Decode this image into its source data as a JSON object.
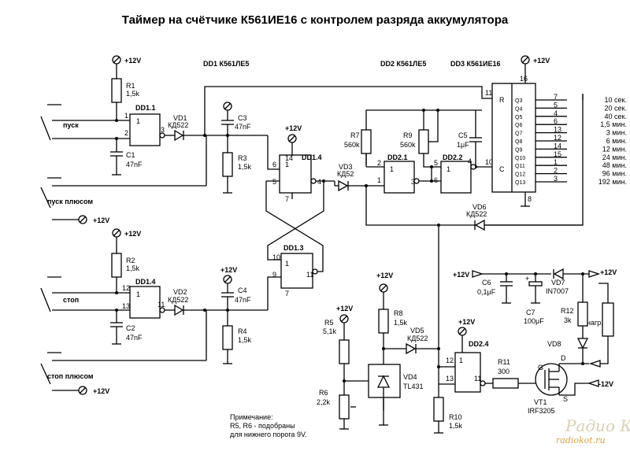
{
  "title": "Таймер на счётчике К561ИЕ16 с контролем разряда аккумулятора",
  "headers": {
    "dd1": "DD1 К561ЛЕ5",
    "dd2": "DD2 К561ЛЕ5",
    "dd3": "DD3 К561ИЕ16"
  },
  "supply": {
    "vcc": "+12V",
    "neg": "-12V"
  },
  "inputs": {
    "start": "пуск",
    "start_plus": "пуск плюсом",
    "stop": "стоп",
    "stop_plus": "стоп плюсом"
  },
  "gates": {
    "dd1_1": "DD1.1",
    "dd1_4_top": "DD1.4",
    "dd1_3": "DD1.3",
    "dd1_4_bot": "DD1.4",
    "dd2_1": "DD2.1",
    "dd2_2": "DD2.2",
    "dd2_4": "DD2.4",
    "gate_symbol": "1"
  },
  "pins": {
    "p1": "1",
    "p2": "2",
    "p3": "3",
    "p4": "4",
    "p5": "5",
    "p6": "6",
    "p7": "7",
    "p8": "8",
    "p9": "9",
    "p10": "10",
    "p11": "11",
    "p12": "12",
    "p13": "13",
    "p14": "14",
    "p16": "16"
  },
  "counter": {
    "r_label": "R",
    "c_label": "C",
    "outputs": [
      "Q3",
      "Q4",
      "Q5",
      "Q6",
      "Q7",
      "Q8",
      "Q9",
      "Q10",
      "Q11",
      "Q12",
      "Q13"
    ],
    "out_pins": [
      "7",
      "5",
      "4",
      "6",
      "13",
      "12",
      "14",
      "15",
      "1",
      "2",
      "3"
    ],
    "times": [
      "10 сек.",
      "20 сек.",
      "40 сек.",
      "1,5 мин.",
      "3 мин.",
      "6 мин.",
      "12 мин.",
      "24 мин.",
      "48 мин.",
      "96 мин.",
      "192 мин."
    ]
  },
  "parts": {
    "r1": "R1",
    "r1_val": "1,5k",
    "c1": "C1",
    "c1_val": "47nF",
    "vd1": "VD1",
    "vd1_val": "КД522",
    "c3": "C3",
    "c3_val": "47nF",
    "r3": "R3",
    "r3_val": "1,5k",
    "r2": "R2",
    "r2_val": "1,5k",
    "c2": "C2",
    "c2_val": "47nF",
    "vd2": "VD2",
    "vd2_val": "КД522",
    "c4": "C4",
    "c4_val": "47nF",
    "r4": "R4",
    "r4_val": "1,5k",
    "r7": "R7",
    "r7_val": "560k",
    "r9": "R9",
    "r9_val": "560k",
    "c5": "C5",
    "c5_val": "1μF",
    "vd3": "VD3",
    "vd3_val": "КД52",
    "vd6": "VD6",
    "vd6_val": "КД522",
    "c6": "C6",
    "c6_val": "0,1μF",
    "c7": "C7",
    "c7_val": "100μF",
    "c7_plus": "+",
    "vd7": "VD7",
    "vd7_val": "IN7007",
    "r12": "R12",
    "r12_val": "3k",
    "load": "нагр.",
    "vd8": "VD8",
    "r5": "R5",
    "r5_val": "5,1k",
    "r6": "R6",
    "r6_val": "2,2k",
    "r8": "R8",
    "r8_val": "1,5k",
    "vd4": "VD4",
    "vd4_val": "TL431",
    "vd5": "VD5",
    "vd5_val": "КД522",
    "r10": "R10",
    "r10_val": "1,5k",
    "r11": "R11",
    "r11_val": "300",
    "vt1": "VT1",
    "vt1_val": "IRF3205",
    "g": "G",
    "d": "D",
    "s": "S"
  },
  "note": {
    "l1": "Примечание:",
    "l2": "R5, R6 - подобраны",
    "l3": "для нижнего порога 9V."
  },
  "watermark": {
    "logo": "Радио КОТ",
    "site": "radiokot.ru"
  }
}
